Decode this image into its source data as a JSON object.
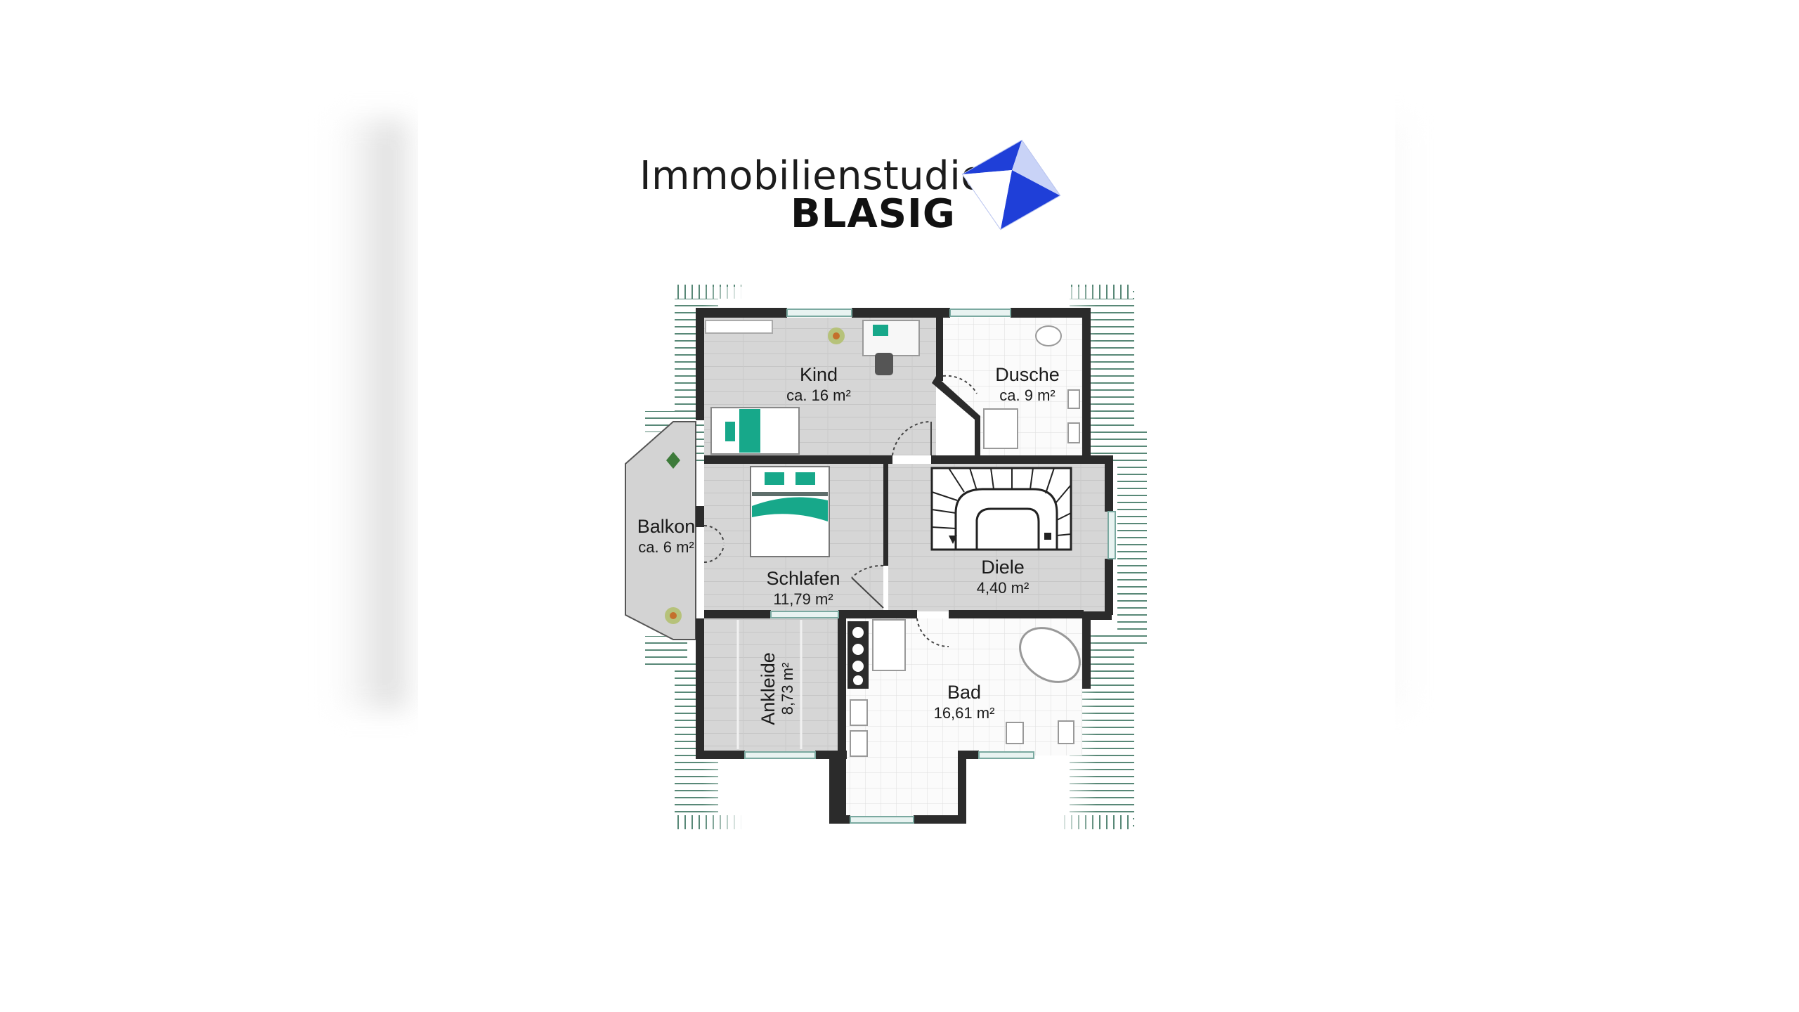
{
  "brand": {
    "name_line1": "Immobilienstudio",
    "name_line2": "BLASIG",
    "colors": {
      "logo_blue": "#1f3fd8",
      "logo_light": "#c9d3f7",
      "accent_green": "#17a88a"
    }
  },
  "rooms": {
    "kind": {
      "name": "Kind",
      "area": "ca. 16 m²"
    },
    "dusche": {
      "name": "Dusche",
      "area": "ca. 9 m²"
    },
    "balkon": {
      "name": "Balkon",
      "area": "ca. 6 m²"
    },
    "schlafen": {
      "name": "Schlafen",
      "area": "11,79 m²"
    },
    "diele": {
      "name": "Diele",
      "area": "4,40 m²"
    },
    "ankleide": {
      "name": "Ankleide",
      "area": "8,73 m²"
    },
    "bad": {
      "name": "Bad",
      "area": "16,61 m²"
    }
  }
}
